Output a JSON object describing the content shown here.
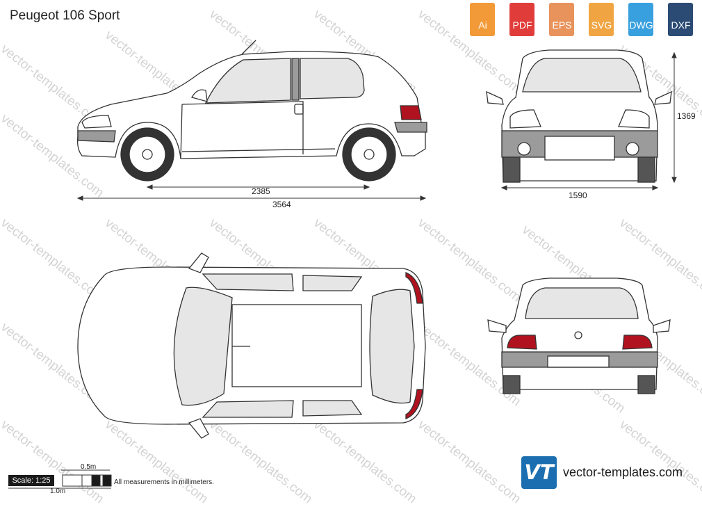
{
  "title": "Peugeot 106 Sport",
  "formats": [
    {
      "label": "Ai",
      "color": "#f29a38"
    },
    {
      "label": "PDF",
      "color": "#e03d3a"
    },
    {
      "label": "EPS",
      "color": "#e9935c"
    },
    {
      "label": "SVG",
      "color": "#f0a542"
    },
    {
      "label": "DWG",
      "color": "#39a0df"
    },
    {
      "label": "DXF",
      "color": "#2b4b74"
    }
  ],
  "dimensions": {
    "wheelbase": "2385",
    "length": "3564",
    "height": "1369",
    "width": "1590"
  },
  "scale": {
    "label": "Scale: 1:25",
    "half_meter": "0.5m",
    "meter": "1.0m",
    "note": "All measurements in millimeters."
  },
  "brand": {
    "logo_text": "VT",
    "name": "vector-templates.com"
  },
  "watermark": "vector-templates.com",
  "colors": {
    "body_line": "#333333",
    "glass": "#e6e6e6",
    "bumper": "#9b9b9b",
    "tail_light": "#b0131f",
    "brand_blue": "#1b6fb0"
  }
}
